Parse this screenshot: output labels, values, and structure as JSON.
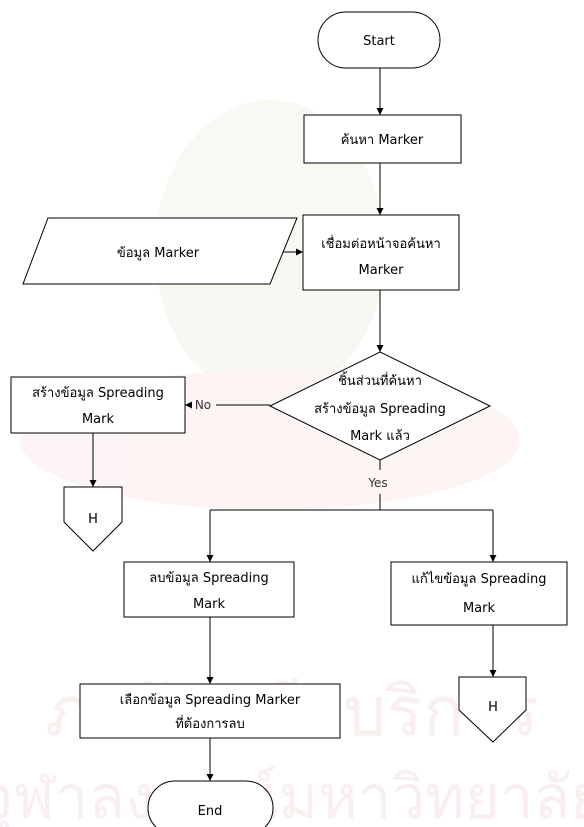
{
  "watermark": {
    "line1": "ภายันคบียบริการ",
    "line2": "จุฬาลงกรณ์มหาวิทยาลัย"
  },
  "nodes": {
    "start": "Start",
    "search_marker": "ค้นหา Marker",
    "marker_data": "ข้อมูล Marker",
    "connect_line1": "เชื่อมต่อหน้าจอค้นหา",
    "connect_line2": "Marker",
    "decision_line1": "ชิ้นส่วนที่ค้นหา",
    "decision_line2": "สร้างข้อมูล Spreading",
    "decision_line3": "Mark แล้ว",
    "create_line1": "สร้างข้อมูล Spreading",
    "create_line2": "Mark",
    "connector_left": "H",
    "delete_line1": "ลบข้อมูล Spreading",
    "delete_line2": "Mark",
    "edit_line1": "แก้ไขข้อมูล Spreading",
    "edit_line2": "Mark",
    "connector_right": "H",
    "select_line1": "เลือกข้อมูล Spreading Marker",
    "select_line2": "ที่ต้องการลบ",
    "end": "End"
  },
  "edges": {
    "no": "No",
    "yes": "Yes"
  }
}
